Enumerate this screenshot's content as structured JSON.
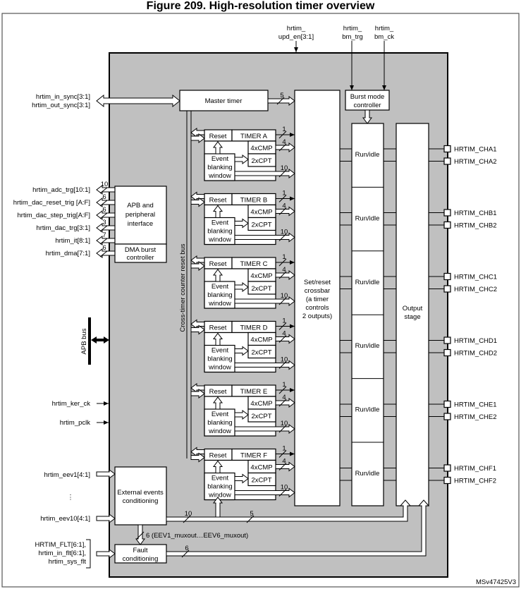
{
  "title": "Figure 209. High-resolution timer overview",
  "diagram_id": "MSv47425V3",
  "top_inputs": [
    {
      "line1": "hrtim_",
      "line2": "upd_en[3:1]"
    },
    {
      "line1": "hrtim_",
      "line2": "bm_trg"
    },
    {
      "line1": "hrtim_",
      "line2": "bm_ck"
    }
  ],
  "sync": {
    "in": "hrtim_in_sync[3:1]",
    "out": "hrtim_out_sync[3:1]"
  },
  "master_timer": {
    "label": "Master timer",
    "bus_width": "5"
  },
  "burst_mode": {
    "line1": "Burst mode",
    "line2": "controller"
  },
  "apb_outputs": [
    {
      "label": "hrtim_adc_trg[10:1]",
      "width": "10"
    },
    {
      "label": "hrtim_dac_reset_trig [A:F]",
      "width": "6"
    },
    {
      "label": "hrtim_dac_step_trig[A:F]",
      "width": "6"
    },
    {
      "label": "hrtim_dac_trg[3:1]",
      "width": "3"
    },
    {
      "label": "hrtim_it[8:1]",
      "width": "7"
    },
    {
      "label": "hrtim_dma[7:1]",
      "width": "6"
    }
  ],
  "apb_block": {
    "line1": "APB and",
    "line2": "peripheral",
    "line3": "interface"
  },
  "dma_block": {
    "line1": "DMA burst",
    "line2": "controller"
  },
  "apb_bus": "APB bus",
  "clocks": [
    "hrtim_ker_ck",
    "hrtim_pclk"
  ],
  "cross_timer_bus": "Cross-timer counter reset bus",
  "timer_parts": {
    "reset": "Reset",
    "cmp": "4xCMP",
    "cpt": "2xCPT",
    "event_l1": "Event",
    "event_l2": "blanking",
    "event_l3": "window",
    "w_out": "1",
    "w_cmp": "4",
    "w_evt": "10"
  },
  "timers": [
    {
      "name": "TIMER A",
      "ch1": "HRTIM_CHA1",
      "ch2": "HRTIM_CHA2"
    },
    {
      "name": "TIMER B",
      "ch1": "HRTIM_CHB1",
      "ch2": "HRTIM_CHB2"
    },
    {
      "name": "TIMER C",
      "ch1": "HRTIM_CHC1",
      "ch2": "HRTIM_CHC2"
    },
    {
      "name": "TIMER D",
      "ch1": "HRTIM_CHD1",
      "ch2": "HRTIM_CHD2"
    },
    {
      "name": "TIMER E",
      "ch1": "HRTIM_CHE1",
      "ch2": "HRTIM_CHE2"
    },
    {
      "name": "TIMER F",
      "ch1": "HRTIM_CHF1",
      "ch2": "HRTIM_CHF2"
    }
  ],
  "run_idle": "Run/idle",
  "crossbar": {
    "l1": "Set/reset",
    "l2": "crossbar",
    "l3": "(a timer",
    "l4": "controls",
    "l5": "2 outputs)"
  },
  "output_stage": {
    "l1": "Output",
    "l2": "stage"
  },
  "ext_events": {
    "inputs": [
      "hrtim_eev1[4:1]",
      "hrtim_eev10[4:1]"
    ],
    "ellipsis": "⋮",
    "l1": "External events",
    "l2": "conditioning",
    "w_evt": "10",
    "w_out": "5",
    "mux_label": "6 (EEV1_muxout…EEV6_muxout)"
  },
  "fault": {
    "inputs": [
      "HRTIM_FLT[6:1],",
      "hrtim_in_flt[6:1],",
      "hrtim_sys_flt"
    ],
    "l1": "Fault",
    "l2": "conditioning",
    "width": "6"
  }
}
